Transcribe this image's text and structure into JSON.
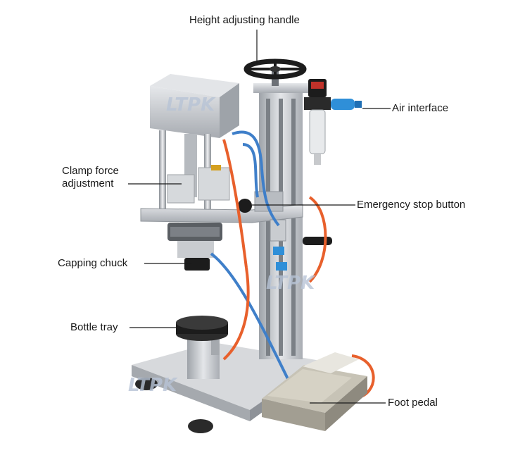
{
  "watermark": "LTPK",
  "labels": {
    "height_handle": "Height adjusting handle",
    "air_interface": "Air interface",
    "clamp_force_line1": "Clamp force",
    "clamp_force_line2": "adjustment",
    "emergency_stop": "Emergency stop button",
    "capping_chuck": "Capping chuck",
    "bottle_tray": "Bottle tray",
    "foot_pedal": "Foot pedal"
  },
  "colors": {
    "aluminum": "#c9ccd0",
    "aluminum_dark": "#8f949a",
    "black": "#1c1c1c",
    "air_tube_blue": "#3f7fc9",
    "air_tube_orange": "#e8602c",
    "fitting_blue": "#2f8fd8",
    "pedal": "#c7c3b6"
  }
}
